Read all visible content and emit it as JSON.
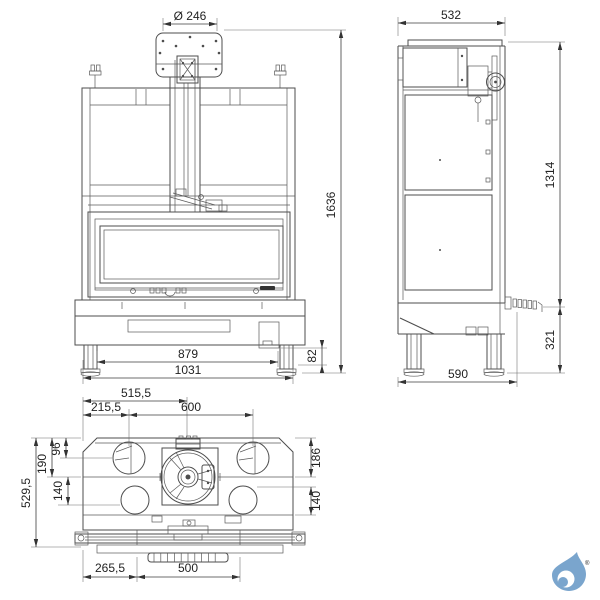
{
  "dims": {
    "front": {
      "flue": "Ø 246",
      "height_total": "1636",
      "plinth_height": "82",
      "width_inner": "879",
      "width_total": "1031"
    },
    "side": {
      "depth_top": "532",
      "height_upper": "1314",
      "height_lower": "321",
      "depth_base": "590"
    },
    "plan": {
      "center_from_left": "515,5",
      "outlet_from_left": "215,5",
      "outlet_spacing": "600",
      "depth_total": "529,5",
      "outlet_center_inset": "96",
      "fan_center_inset": "190",
      "lower_offset_left": "140",
      "front_inset_right": "186",
      "lower_offset_right": "140",
      "door_from_left": "265,5",
      "door_width": "500"
    }
  },
  "logo": {
    "registered": "®"
  },
  "colors": {
    "logo_blue": "#7aa5cd",
    "line": "#4d4d4d"
  }
}
